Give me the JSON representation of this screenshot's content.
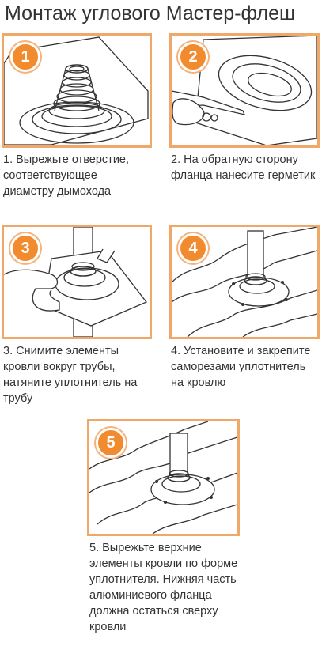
{
  "title": "Монтаж углового Мастер-флеш",
  "steps": [
    {
      "number": "1",
      "caption": "1. Вырежьте отверстие, соответствующее диаметру дымохода"
    },
    {
      "number": "2",
      "caption": "2. На обратную сторону фланца нанесите герметик"
    },
    {
      "number": "3",
      "caption": "3. Снимите элементы кровли вокруг трубы, натяните уплотнитель на трубу"
    },
    {
      "number": "4",
      "caption": "4. Установите и закрепите саморезами уплотнитель на кровлю"
    },
    {
      "number": "5",
      "caption": "5. Вырежьте верхние элементы кровли по форме уплотнителя. Нижняя часть алюминиевого фланца должна остаться сверху кровли"
    }
  ],
  "colors": {
    "frame": "#f0a868",
    "badge": "#f28a2e",
    "line": "#333333"
  }
}
